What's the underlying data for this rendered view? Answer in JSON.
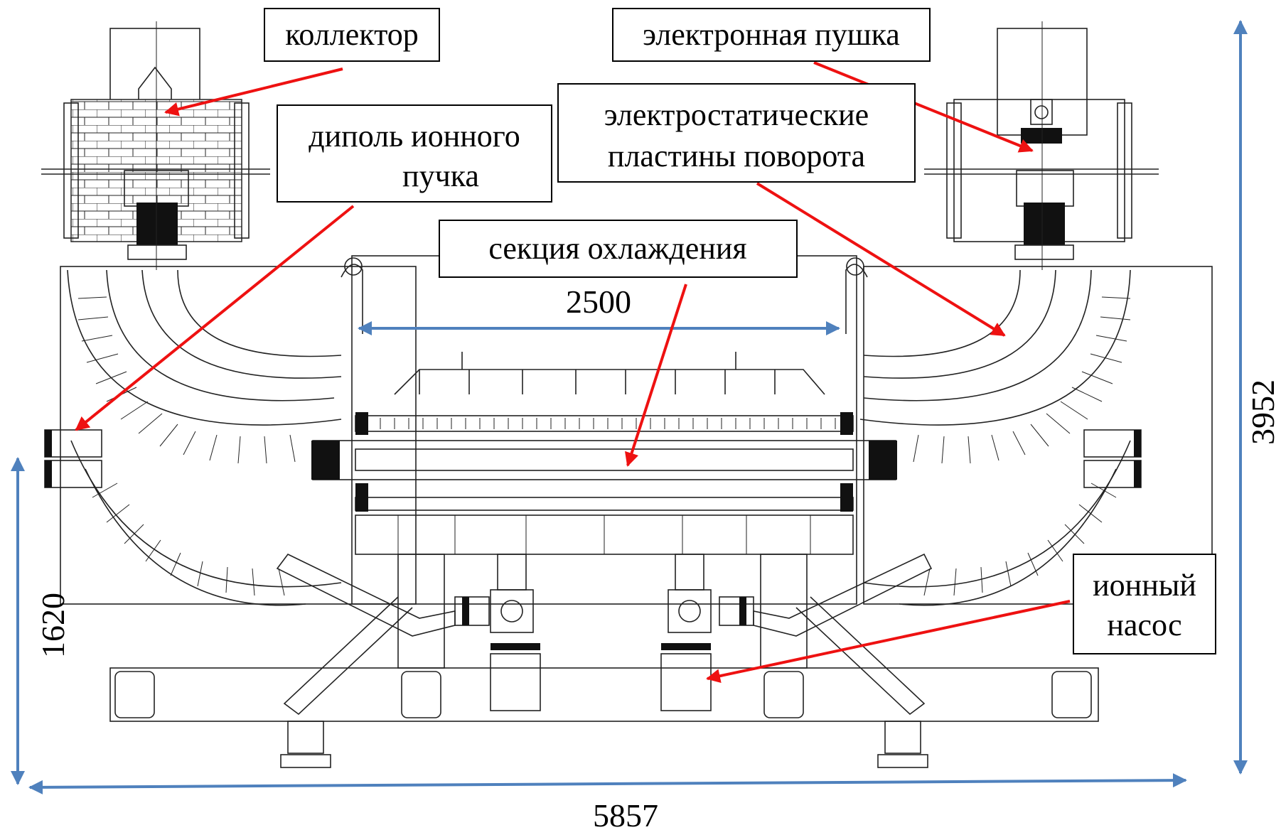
{
  "labels": {
    "collector": "коллектор",
    "electron_gun": "электронная пушка",
    "dipole_line1": "диполь ионного",
    "dipole_line2": "пучка",
    "plates_line1": "электростатические",
    "plates_line2": "пластины поворота",
    "cooling_section": "секция охлаждения",
    "ion_pump_line1": "ионный",
    "ion_pump_line2": "насос"
  },
  "dimensions": {
    "inner_span": "2500",
    "total_width": "5857",
    "total_height": "3952",
    "partial_height": "1620"
  },
  "colors": {
    "callout_arrow": "#ee1111",
    "dimension_arrow": "#4f81bd",
    "drawing_line": "#222222"
  }
}
